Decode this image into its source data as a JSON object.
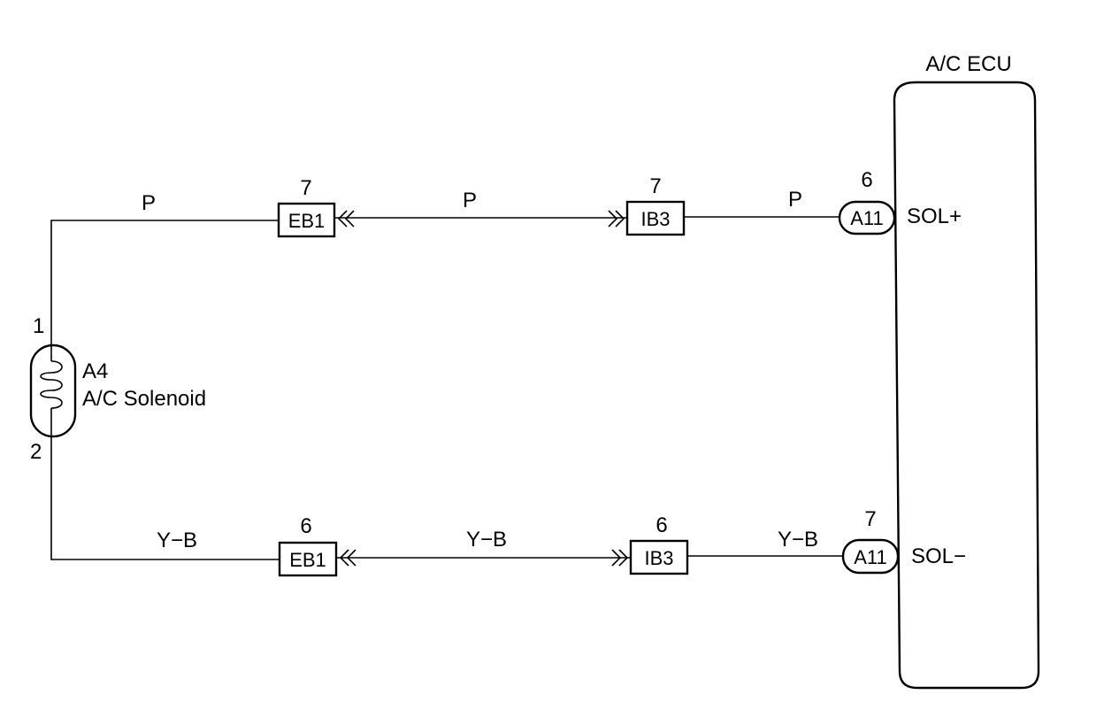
{
  "ecu": {
    "title": "A/C ECU",
    "terminal_plus": "SOL+",
    "terminal_minus": "SOL−"
  },
  "solenoid": {
    "code": "A4",
    "name": "A/C Solenoid",
    "pin_top": "1",
    "pin_bottom": "2"
  },
  "top_circuit": {
    "wire_color_1": "P",
    "wire_color_2": "P",
    "wire_color_3": "P",
    "connector_eb": {
      "label": "EB1",
      "pin": "7"
    },
    "connector_ib": {
      "label": "IB3",
      "pin": "7"
    },
    "connector_ecu": {
      "label": "A11",
      "pin": "6"
    }
  },
  "bottom_circuit": {
    "wire_color_1": "Y−B",
    "wire_color_2": "Y−B",
    "wire_color_3": "Y−B",
    "connector_eb": {
      "label": "EB1",
      "pin": "6"
    },
    "connector_ib": {
      "label": "IB3",
      "pin": "6"
    },
    "connector_ecu": {
      "label": "A11",
      "pin": "7"
    }
  }
}
